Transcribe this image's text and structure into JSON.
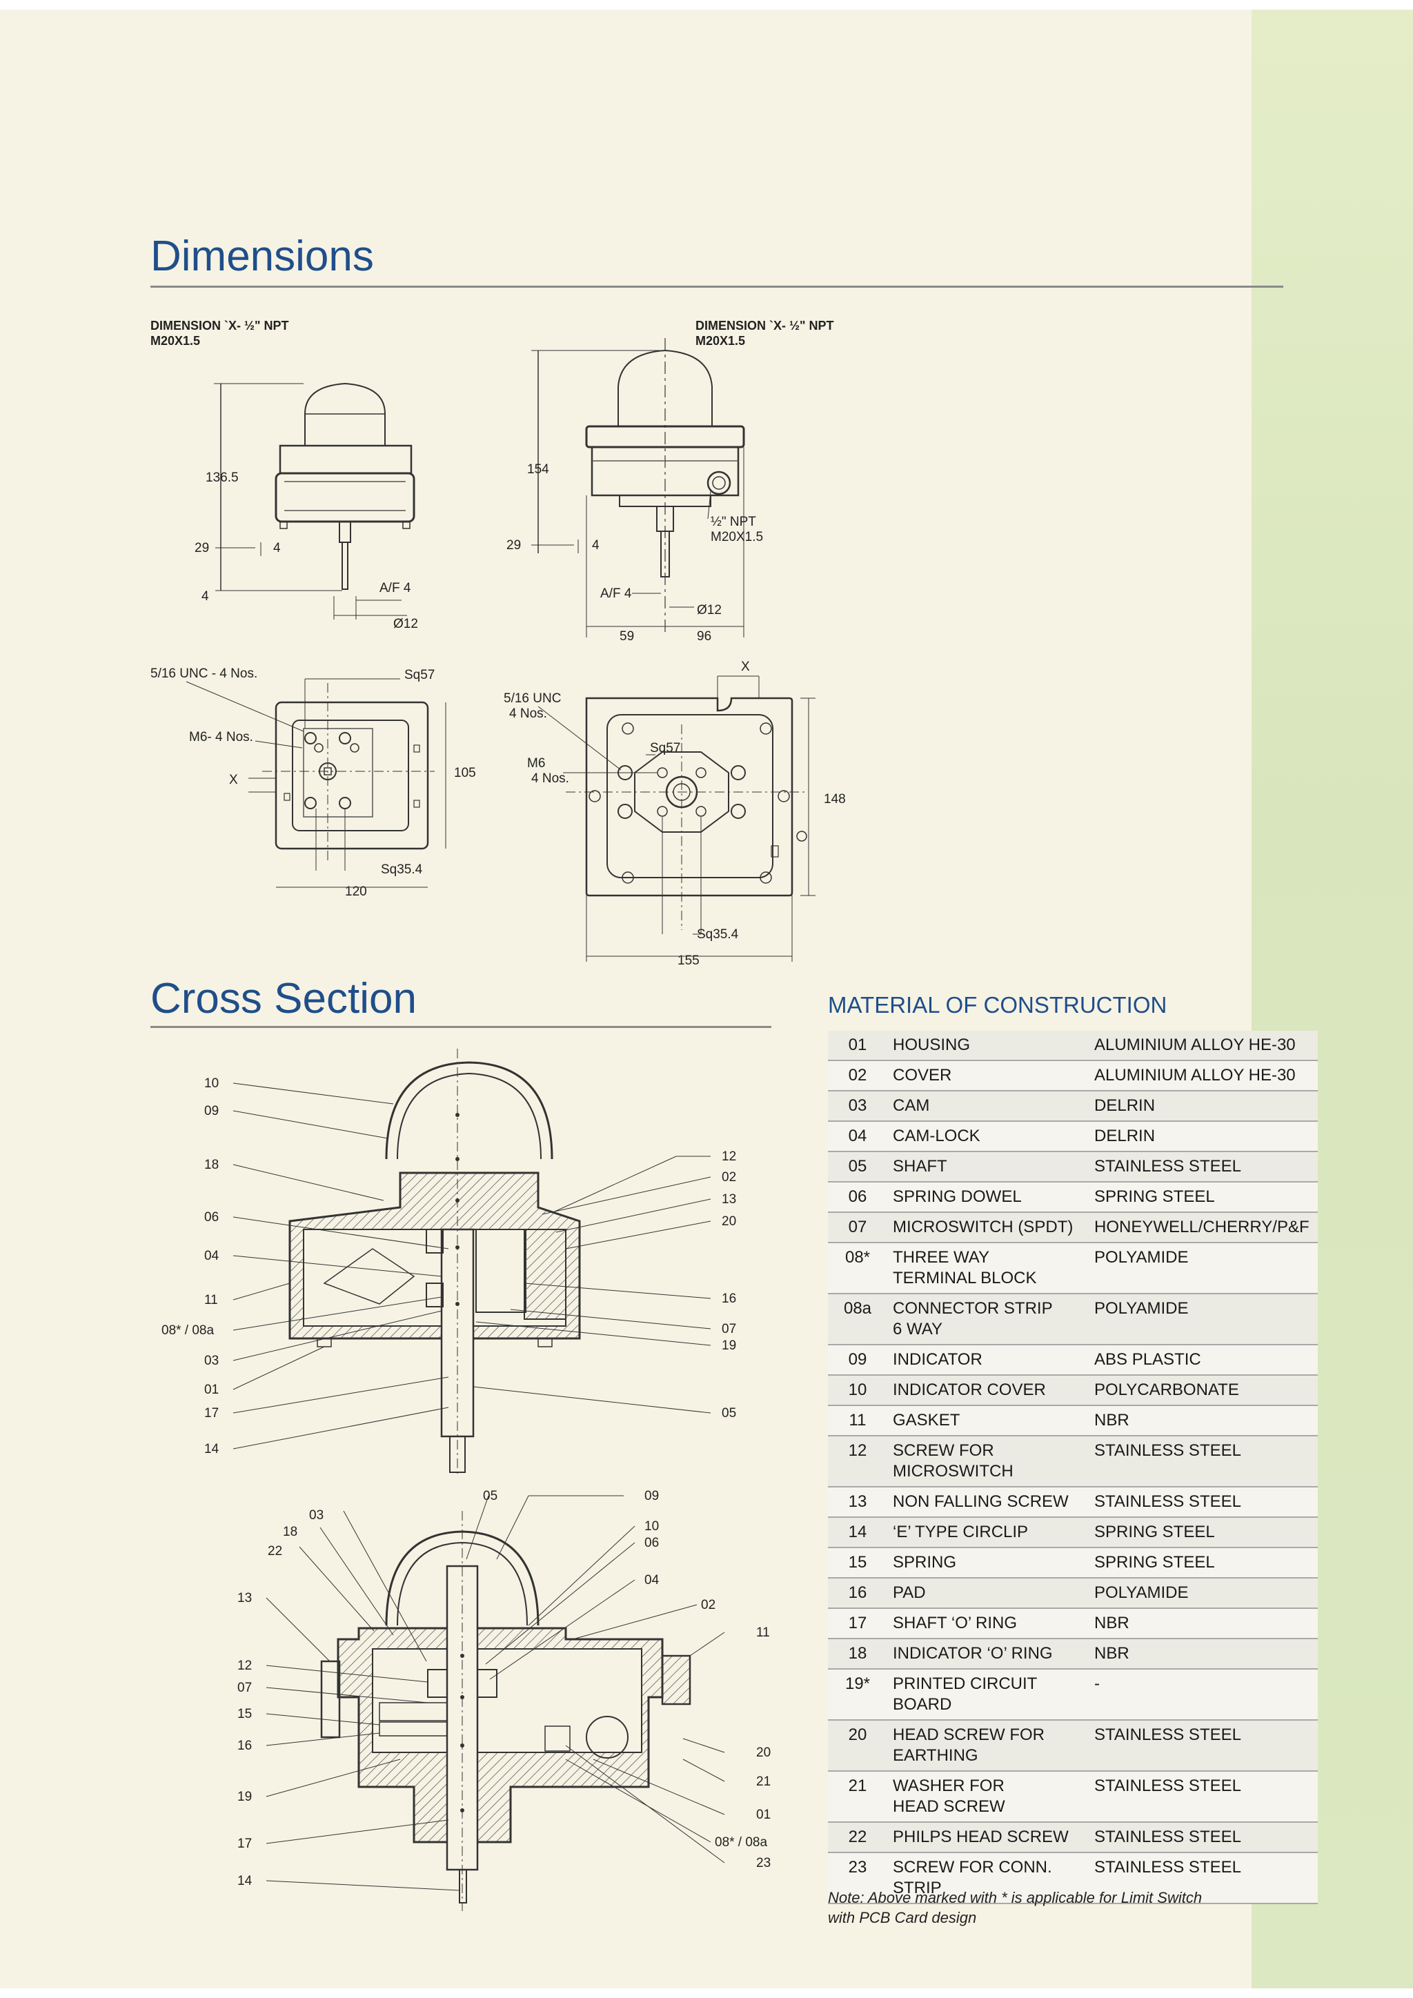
{
  "headings": {
    "dimensions": "Dimensions",
    "cross_section": "Cross Section",
    "material_of_construction": "MATERIAL OF CONSTRUCTION"
  },
  "dimensions": {
    "side_view_left": {
      "title_line1": "DIMENSION `X- ½\" NPT",
      "title_line2": "M20X1.5",
      "height": "136.5",
      "offset": "29",
      "step": "4",
      "bottom": "4",
      "af": "A/F 4",
      "dia": "Ø12"
    },
    "side_view_right": {
      "title_line1": "DIMENSION `X- ½\" NPT",
      "title_line2": "M20X1.5",
      "height": "154",
      "offset": "29",
      "step": "4",
      "port_line1": "½\" NPT",
      "port_line2": "M20X1.5",
      "af": "A/F 4",
      "dia": "Ø12",
      "left_w": "59",
      "right_w": "96"
    },
    "plan_view_left": {
      "unc": "5/16 UNC - 4 Nos.",
      "m6": "M6- 4 Nos.",
      "x": "X",
      "sq57": "Sq57",
      "h105": "105",
      "sq354": "Sq35.4",
      "w120": "120"
    },
    "plan_view_right": {
      "unc_line1": "5/16 UNC",
      "unc_line2": "4 Nos.",
      "m6_line1": "M6",
      "m6_line2": "4 Nos.",
      "x": "X",
      "sq57": "Sq57",
      "h148": "148",
      "sq354": "Sq35.4",
      "w155": "155"
    }
  },
  "cross_section": {
    "upper_left_labels": [
      "10",
      "09",
      "18",
      "06",
      "04",
      "11",
      "08* / 08a",
      "03",
      "01",
      "17",
      "14"
    ],
    "upper_right_labels": [
      "12",
      "02",
      "13",
      "20",
      "16",
      "07",
      "19",
      "05"
    ],
    "lower_top_labels": [
      "05",
      "09",
      "03",
      "18",
      "22",
      "10",
      "06",
      "04"
    ],
    "lower_left_labels": [
      "13",
      "12",
      "07",
      "15",
      "16",
      "19",
      "17",
      "14"
    ],
    "lower_right_labels": [
      "02",
      "11",
      "20",
      "21",
      "01",
      "08* / 08a",
      "23"
    ]
  },
  "materials": [
    {
      "no": "01",
      "part": "HOUSING",
      "material": "ALUMINIUM ALLOY HE-30"
    },
    {
      "no": "02",
      "part": "COVER",
      "material": "ALUMINIUM ALLOY HE-30"
    },
    {
      "no": "03",
      "part": "CAM",
      "material": "DELRIN"
    },
    {
      "no": "04",
      "part": "CAM-LOCK",
      "material": "DELRIN"
    },
    {
      "no": "05",
      "part": "SHAFT",
      "material": "STAINLESS STEEL"
    },
    {
      "no": "06",
      "part": "SPRING DOWEL",
      "material": "SPRING STEEL"
    },
    {
      "no": "07",
      "part": "MICROSWITCH (SPDT)",
      "material": "HONEYWELL/CHERRY/P&F"
    },
    {
      "no": "08*",
      "part": "THREE WAY\nTERMINAL BLOCK",
      "material": "POLYAMIDE"
    },
    {
      "no": "08a",
      "part": "CONNECTOR STRIP\n6 WAY",
      "material": "POLYAMIDE"
    },
    {
      "no": "09",
      "part": "INDICATOR",
      "material": "ABS PLASTIC"
    },
    {
      "no": "10",
      "part": "INDICATOR COVER",
      "material": "POLYCARBONATE"
    },
    {
      "no": "11",
      "part": "GASKET",
      "material": "NBR"
    },
    {
      "no": "12",
      "part": "SCREW FOR\nMICROSWITCH",
      "material": "STAINLESS STEEL"
    },
    {
      "no": "13",
      "part": "NON FALLING SCREW",
      "material": "STAINLESS STEEL"
    },
    {
      "no": "14",
      "part": "‘E’ TYPE CIRCLIP",
      "material": "SPRING STEEL"
    },
    {
      "no": "15",
      "part": "SPRING",
      "material": "SPRING STEEL"
    },
    {
      "no": "16",
      "part": "PAD",
      "material": "POLYAMIDE"
    },
    {
      "no": "17",
      "part": "SHAFT ‘O’ RING",
      "material": "NBR"
    },
    {
      "no": "18",
      "part": "INDICATOR ‘O’ RING",
      "material": "NBR"
    },
    {
      "no": "19*",
      "part": "PRINTED CIRCUIT\nBOARD",
      "material": "-"
    },
    {
      "no": "20",
      "part": "HEAD SCREW FOR\nEARTHING",
      "material": "STAINLESS STEEL"
    },
    {
      "no": "21",
      "part": "WASHER FOR\nHEAD SCREW",
      "material": "STAINLESS STEEL"
    },
    {
      "no": "22",
      "part": "PHILPS HEAD SCREW",
      "material": "STAINLESS STEEL"
    },
    {
      "no": "23",
      "part": "SCREW FOR CONN. STRIP",
      "material": "STAINLESS STEEL"
    }
  ],
  "note": "Note: Above marked with * is applicable for Limit Switch\n          with PCB Card design"
}
